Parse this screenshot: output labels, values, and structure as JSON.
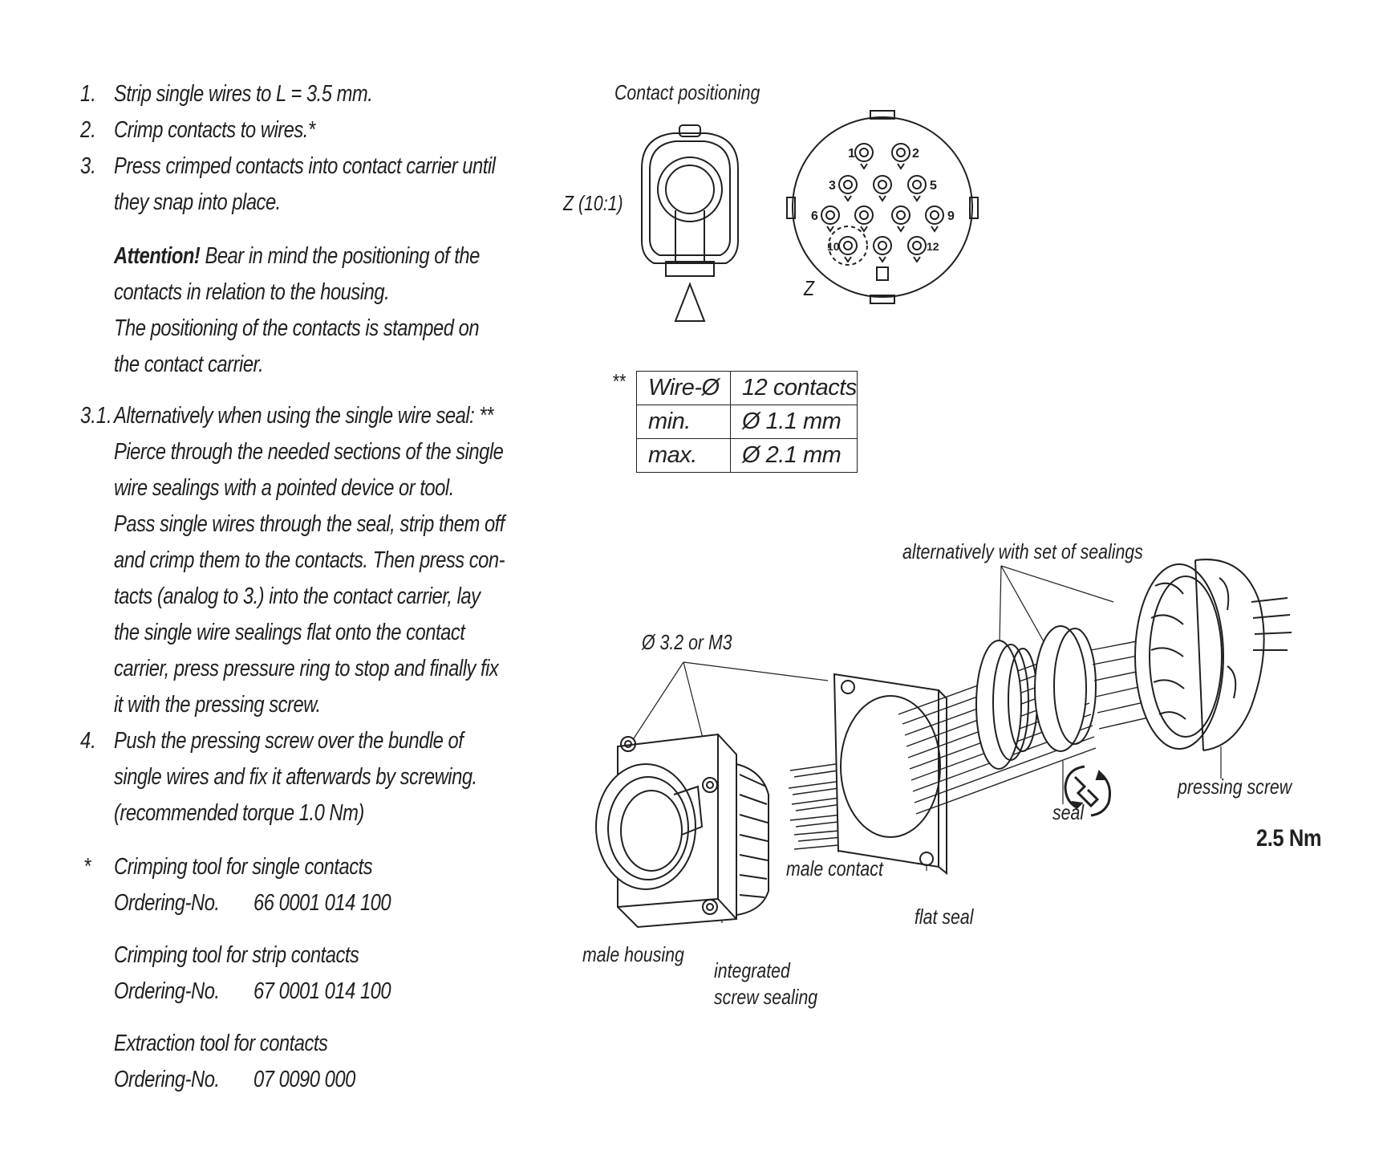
{
  "steps": [
    {
      "num": "1.",
      "lines": [
        "Strip single wires to L = 3.5 mm."
      ]
    },
    {
      "num": "2.",
      "lines": [
        "Crimp contacts to wires.*"
      ]
    },
    {
      "num": "3.",
      "lines": [
        "Press crimped contacts into contact carrier until",
        "they snap into place."
      ]
    }
  ],
  "attention": {
    "bold": "Attention!",
    "line1": " Bear in mind the positioning of the",
    "lines": [
      "contacts in relation to the housing.",
      "The positioning of the contacts is stamped on",
      "the contact carrier."
    ]
  },
  "step31": {
    "num": "3.1.",
    "lines": [
      "Alternatively when using the single wire seal: **",
      "Pierce through the needed sections of the single",
      "wire sealings with a pointed device or tool.",
      "Pass single wires through the seal, strip them off",
      "and crimp them to the contacts. Then press con-",
      "tacts (analog to 3.) into the contact carrier, lay",
      "the single wire sealings flat onto the contact",
      "carrier, press pressure ring to stop and finally fix",
      "it with the pressing screw."
    ]
  },
  "step4": {
    "num": "4.",
    "lines": [
      "Push the pressing screw over the bundle of",
      "single wires and fix it afterwards by screwing.",
      "(recommended torque 1.0 Nm)"
    ]
  },
  "footnote": {
    "mark": "*",
    "tools": [
      {
        "name": "Crimping tool for single contacts",
        "ordering_label": "Ordering-No.",
        "ordering_no": "66 0001 014 100"
      },
      {
        "name": "Crimping tool for strip contacts",
        "ordering_label": "Ordering-No.",
        "ordering_no": "67 0001 014 100"
      },
      {
        "name": "Extraction tool for contacts",
        "ordering_label": "Ordering-No.",
        "ordering_no": "07 0090 000"
      }
    ]
  },
  "contact_positioning": {
    "title": "Contact positioning",
    "detail_label": "Z (10:1)",
    "z_label": "Z",
    "pins": [
      "1",
      "2",
      "3",
      "5",
      "6",
      "9",
      "10",
      "12"
    ]
  },
  "wire_table": {
    "mark": "**",
    "rows": [
      [
        "Wire-Ø",
        "12 contacts"
      ],
      [
        "min.",
        "Ø 1.1 mm"
      ],
      [
        "max.",
        "Ø 2.1 mm"
      ]
    ]
  },
  "assembly": {
    "alt_seal": "alternatively with set of sealings",
    "hole": "Ø 3.2 or M3",
    "pressing_screw": "pressing screw",
    "seal": "seal",
    "torque": "2.5 Nm",
    "male_contact": "male contact",
    "flat_seal": "flat seal",
    "male_housing": "male housing",
    "integrated_1": "integrated",
    "integrated_2": "screw sealing"
  }
}
